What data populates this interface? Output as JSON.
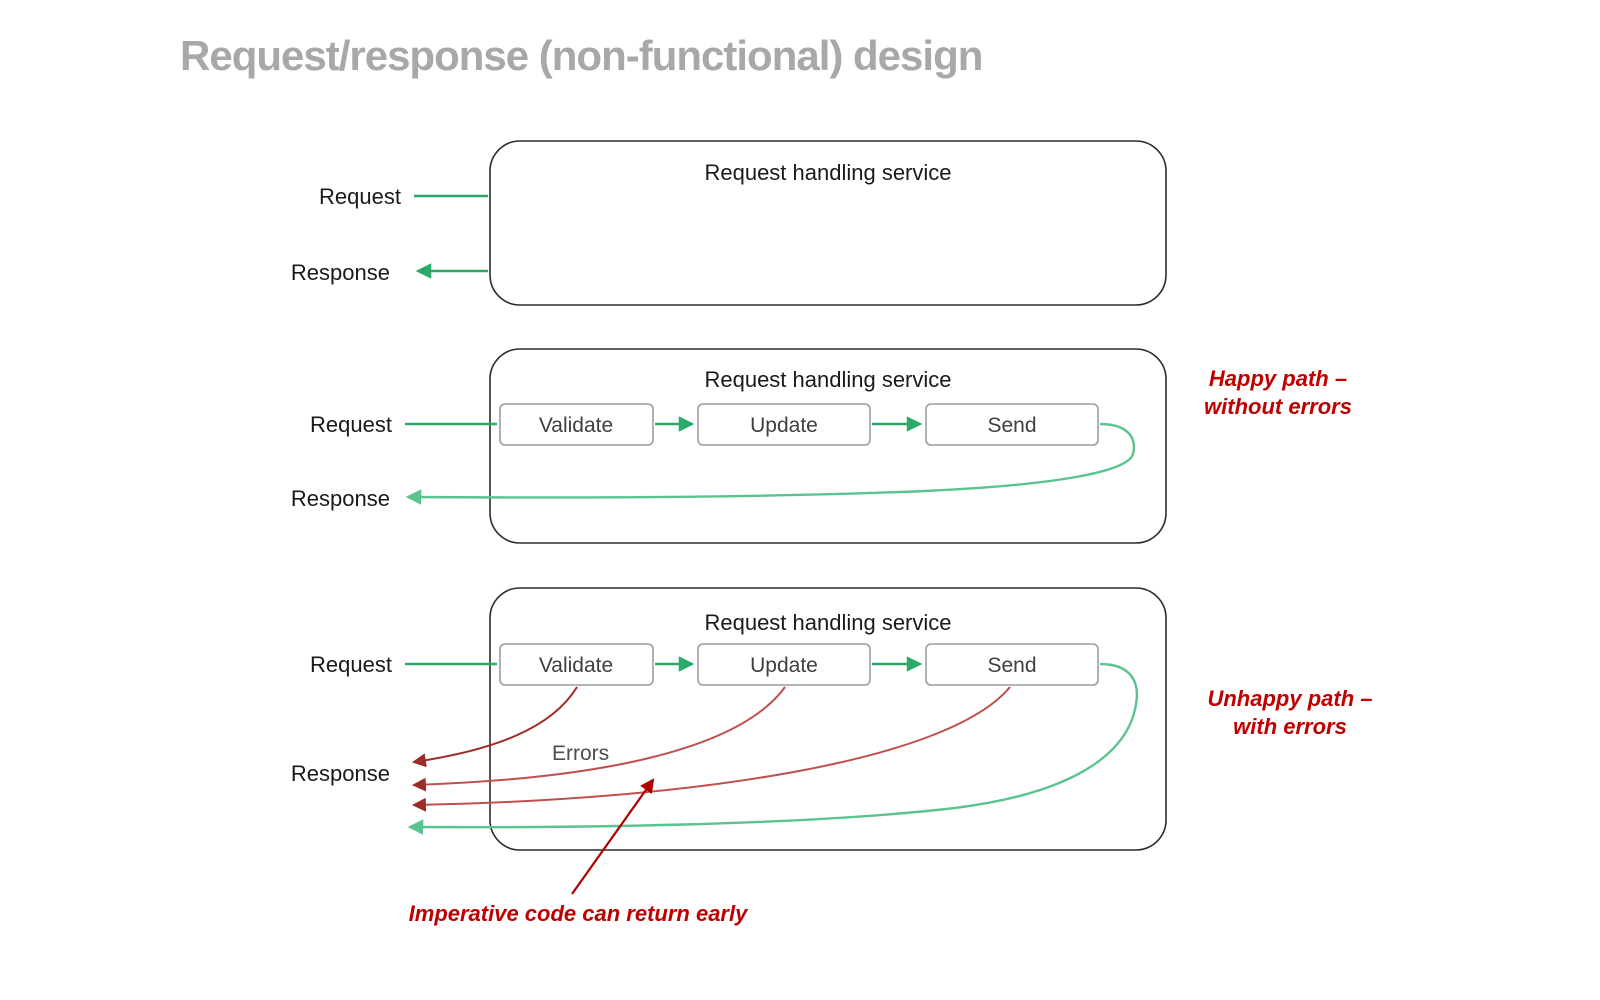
{
  "slide": {
    "title": "Request/response (non-functional) design"
  },
  "colors": {
    "title_gray": "#a8a8a8",
    "arrow_green": "#2aa968",
    "loop_green": "#5bc48e",
    "error_dark_red": "#9e2b25",
    "error_red": "#c0504d",
    "annotation_red": "#c00000",
    "box_border": "#9c9c9c",
    "service_border": "#2b2b2b"
  },
  "diagram1": {
    "service_label": "Request handling service",
    "request_label": "Request",
    "response_label": "Response"
  },
  "diagram2": {
    "service_label": "Request handling service",
    "request_label": "Request",
    "response_label": "Response",
    "steps": [
      "Validate",
      "Update",
      "Send"
    ],
    "annotation_line1": "Happy path –",
    "annotation_line2": "without errors"
  },
  "diagram3": {
    "service_label": "Request handling service",
    "request_label": "Request",
    "response_label": "Response",
    "steps": [
      "Validate",
      "Update",
      "Send"
    ],
    "errors_label": "Errors",
    "annotation_line1": "Unhappy path –",
    "annotation_line2": "with errors",
    "footnote": "Imperative code can return early"
  }
}
